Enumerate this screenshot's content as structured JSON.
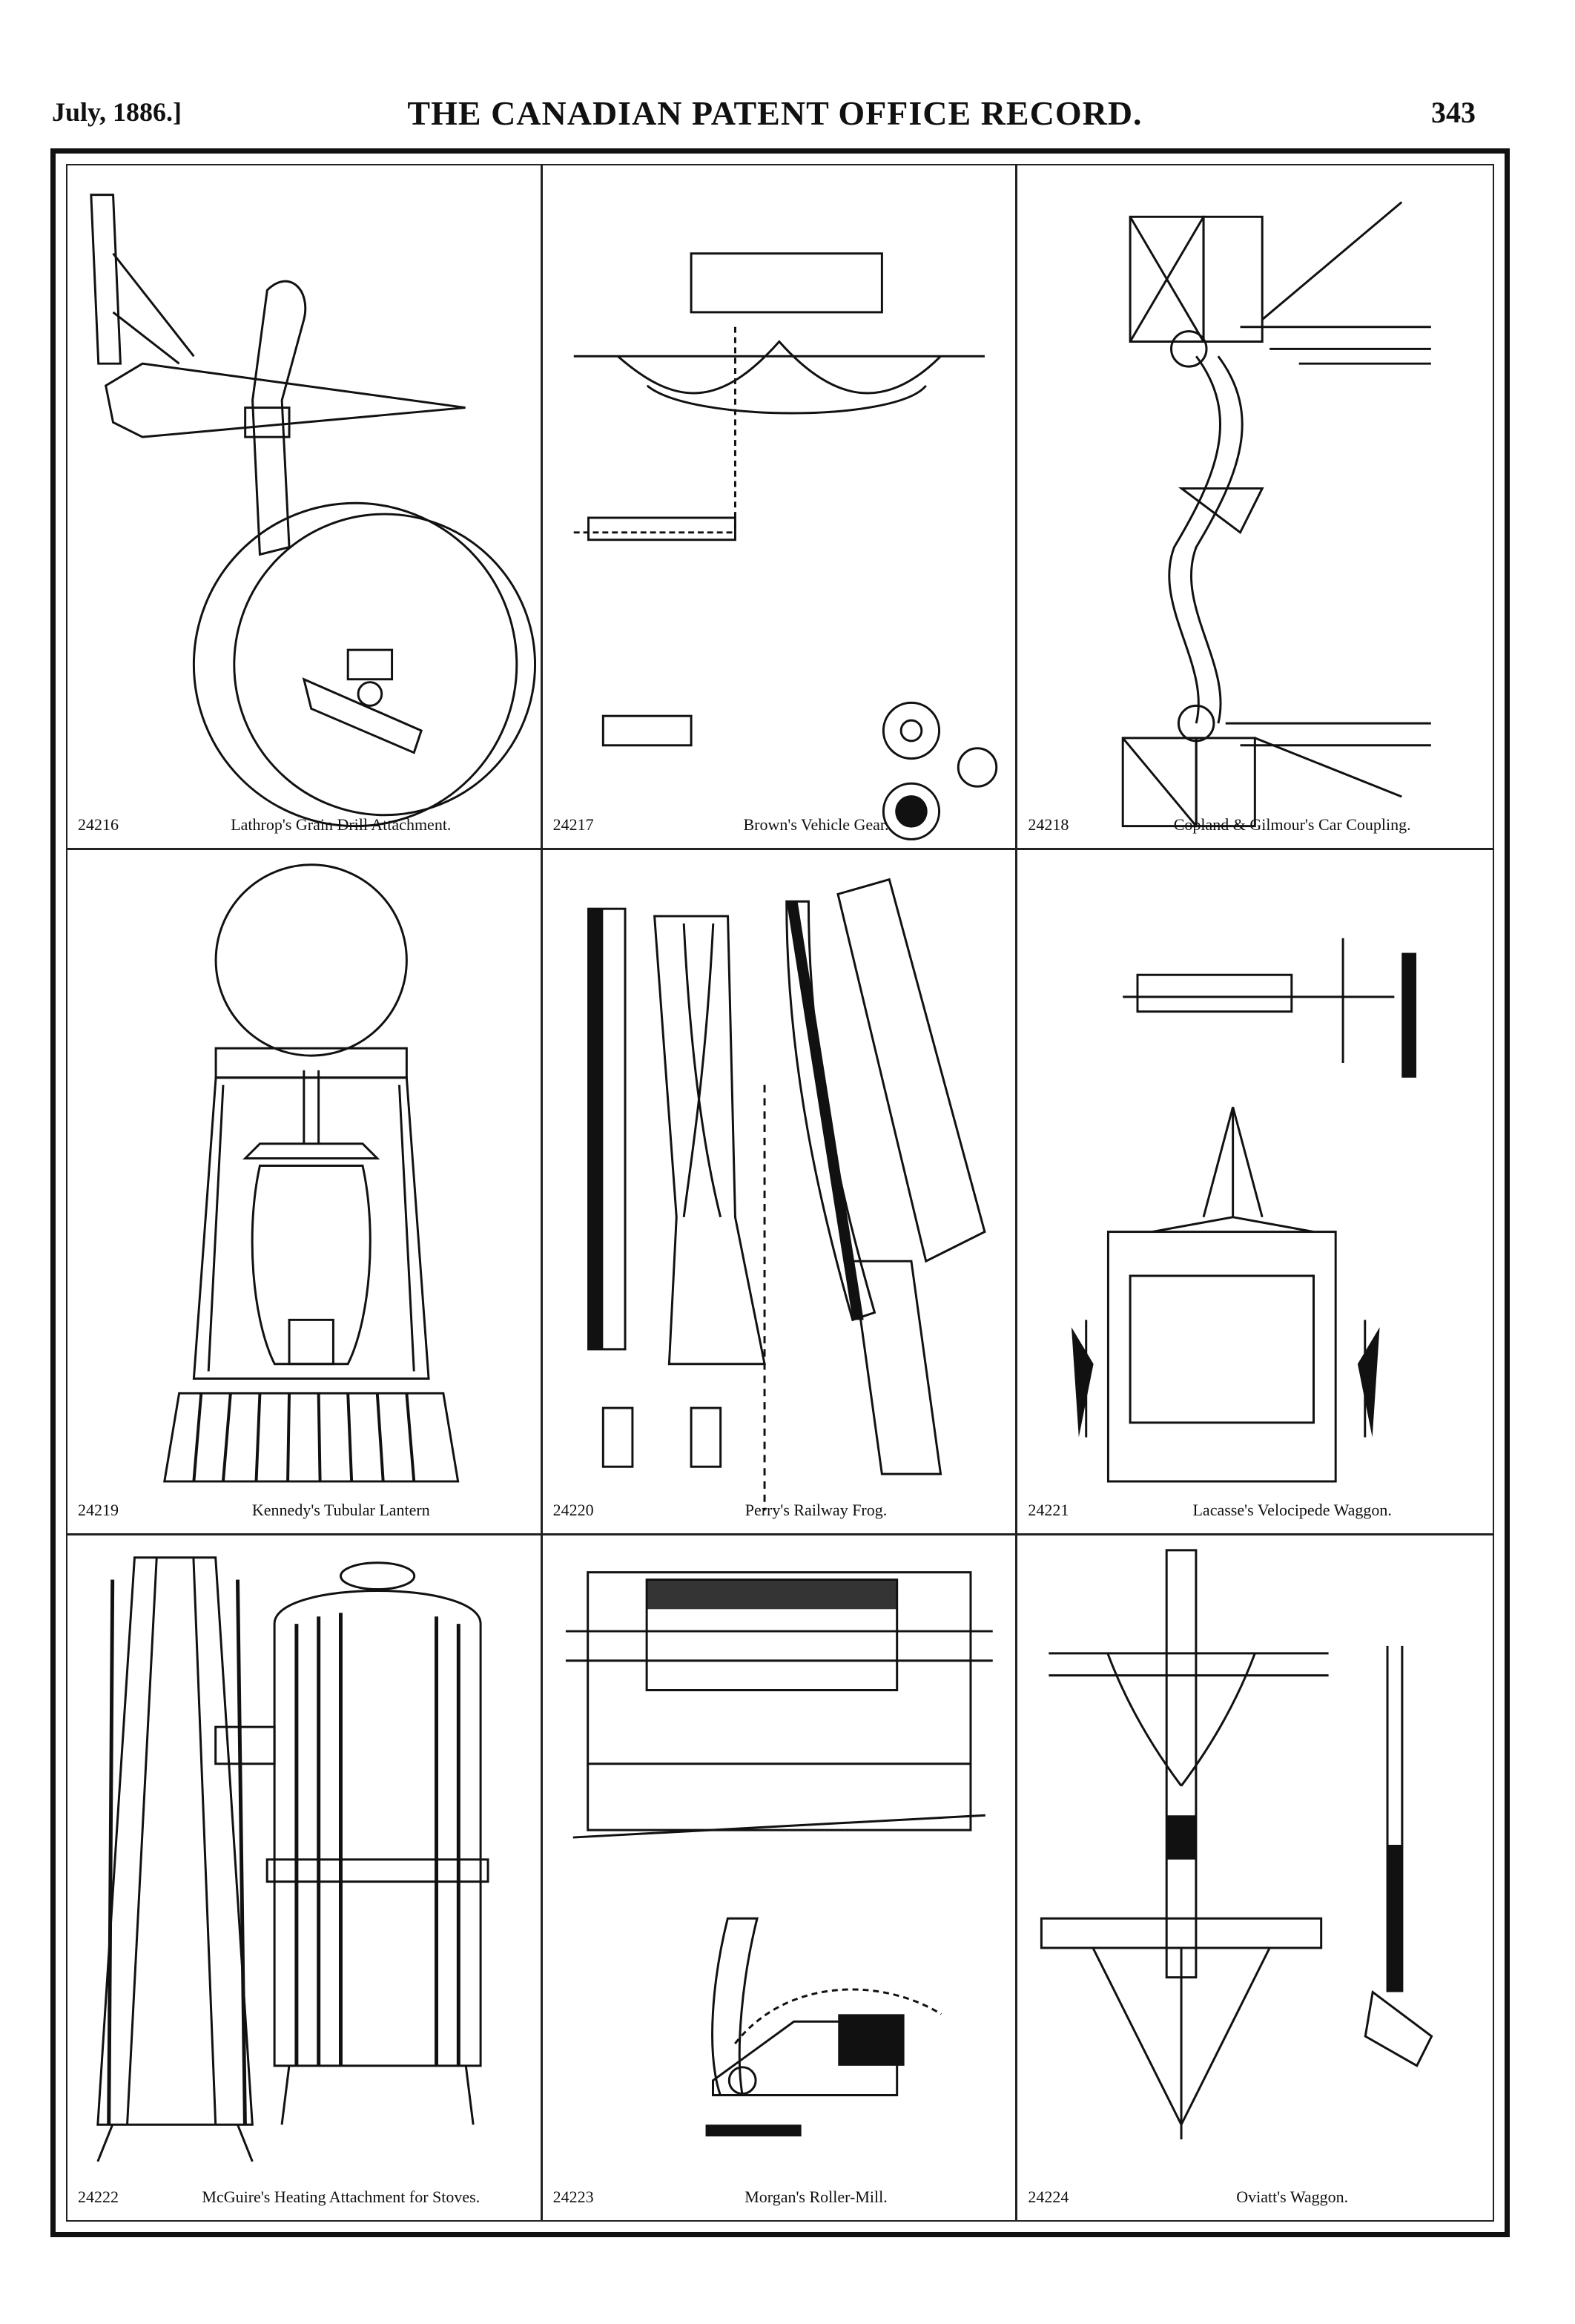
{
  "header": {
    "date": "July, 1886.]",
    "title": "THE CANADIAN PATENT OFFICE RECORD.",
    "page_number": "343"
  },
  "patents": [
    {
      "number": "24216",
      "title": "Lathrop's Grain Drill Attachment."
    },
    {
      "number": "24217",
      "title": "Brown's Vehicle Gear."
    },
    {
      "number": "24218",
      "title": "Copland & Gilmour's Car Coupling."
    },
    {
      "number": "24219",
      "title": "Kennedy's Tubular Lantern"
    },
    {
      "number": "24220",
      "title": "Perry's Railway Frog."
    },
    {
      "number": "24221",
      "title": "Lacasse's Velocipede Waggon."
    },
    {
      "number": "24222",
      "title": "McGuire's Heating Attachment for Stoves."
    },
    {
      "number": "24223",
      "title": "Morgan's Roller-Mill."
    },
    {
      "number": "24224",
      "title": "Oviatt's Waggon."
    }
  ]
}
